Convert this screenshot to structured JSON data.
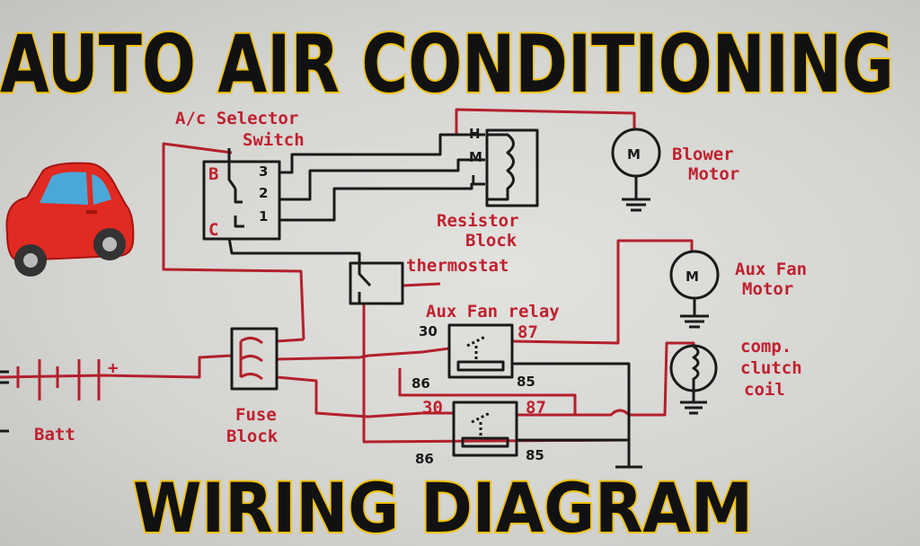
{
  "title_top": "AUTO AIR CONDITIONING",
  "title_bottom": "WIRING DIAGRAM",
  "components": {
    "selector_switch": {
      "label_line1": "A/c Selector",
      "label_line2": "Switch",
      "pins": {
        "b": "B",
        "c": "C",
        "p3": "3",
        "p2": "2",
        "p1": "1"
      }
    },
    "resistor_block": {
      "label_line1": "Resistor",
      "label_line2": "Block",
      "pins": {
        "h": "H",
        "m": "M",
        "l": "L"
      }
    },
    "blower_motor": {
      "label_line1": "Blower",
      "label_line2": "Motor",
      "symbol": "M"
    },
    "thermostat": {
      "label": "thermostat"
    },
    "aux_fan_relay": {
      "label": "Aux Fan relay",
      "pins": {
        "p30": "30",
        "p87": "87",
        "p86": "86",
        "p85": "85"
      }
    },
    "compressor_relay": {
      "pins": {
        "p30": "30",
        "p87": "87",
        "p86": "86",
        "p85": "85"
      }
    },
    "aux_fan_motor": {
      "label_line1": "Aux Fan",
      "label_line2": "Motor",
      "symbol": "M"
    },
    "clutch_coil": {
      "label_line1": "comp.",
      "label_line2": "clutch",
      "label_line3": "coil"
    },
    "fuse_block": {
      "label_line1": "Fuse",
      "label_line2": "Block"
    },
    "battery": {
      "label": "Batt",
      "plus": "+"
    }
  },
  "colors": {
    "wire_red": "#b3202c",
    "wire_black": "#1a1a1a",
    "title_outline": "#f2c20c",
    "car": "#e02a22"
  },
  "icons": [
    "car-icon",
    "motor-icon",
    "ground-icon",
    "coil-icon",
    "battery-icon"
  ]
}
